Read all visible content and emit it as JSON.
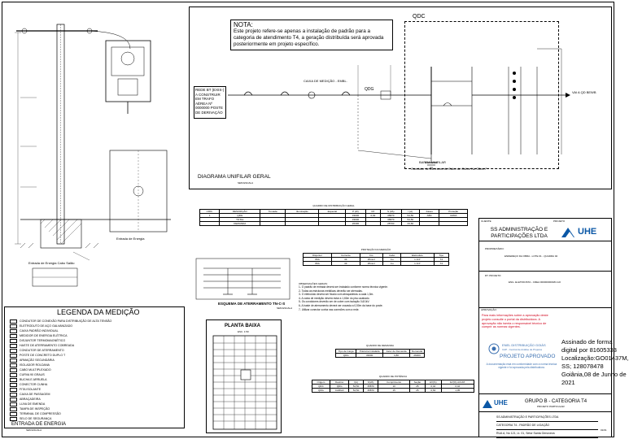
{
  "note": {
    "title": "NOTA:",
    "text": "Este projeto refere-se apenas a instalação de padrão para a categoria de atendimento T4, a geração distribuída será aprovada posteriormente em projeto específico."
  },
  "diagram": {
    "title": "DIAGRAMA UNIFILAR GERAL",
    "subtitle": "SEM ESCALA",
    "qdc": "QDC",
    "rede_label": "REDE BT (EXIS-) A CONSTRUIR EM TRAFO AÉREA Nº 0000000 POSTE DE DERIVAÇÃO",
    "cabo_label": "CAIXA DE MEDIÇÃO - EMBL.",
    "qdg_label": "QDG",
    "vai_label": "VAI A QD BEWB",
    "aterramento_label": "Condutor de Aterramento Cabo de Cobre Nu 35mm²",
    "barra_label": "BARRA UNIFILAR",
    "quadro_label": "Quadro de distribuição do Quadro"
  },
  "elevation": {
    "title": "ENTRADA DE ENERGIA",
    "subtitle": "SEM ESCALA",
    "label_hatch": "Entrada de Energia",
    "label_box": "Entrada de Energia Cabo Salão"
  },
  "legend": {
    "title": "LEGENDA DA MEDIÇÃO",
    "items": [
      "CONDUTOR DE CONEXÃO PARA DISTRIBUIÇÃO DE ALTA TENSÃO",
      "ELETRODUTO DE AÇO GALVANIZADO",
      "CAIXA PADRÃO INDIVIDUAL",
      "MEDIDOR DE ENERGIA ELÉTRICA",
      "DISJUNTOR TERMOMAGNÉTICO",
      "HASTE DE ATERRAMENTO COBREADA",
      "CONDUTOR DE ATERRAMENTO",
      "POSTE DE CONCRETO DUPLO T",
      "ARMAÇÃO SECUNDÁRIA",
      "ISOLADOR ROLDANA",
      "CABO MULTIPLEXADO",
      "CURVA 90 GRAUS",
      "BUCHA E ARRUELA",
      "CONECTOR CUNHA",
      "FITA ISOLANTE",
      "CAIXA DE PASSAGEM",
      "ABRAÇADEIRA",
      "LUVA DE EMENDA",
      "TAMPA DE INSPEÇÃO",
      "TERMINAL DE COMPRESSÃO",
      "SELO DE SEGURANÇA"
    ]
  },
  "quadro": {
    "title": "QUADRO DE DISTRIBUIÇÃO GERAL",
    "header": [
      "CIRC.",
      "DESCRIÇÃO",
      "Tomada",
      "Iluminação",
      "Especial",
      "P (W)",
      "FP",
      "S (VA)",
      "I (A)",
      "Fases",
      "Proteção"
    ],
    "rows": [
      [
        "1",
        "QDG",
        "",
        "",
        "",
        "33000",
        "0,92",
        "35870",
        "54,50",
        "ABC",
        "3x80A"
      ],
      [
        "",
        "TOTAL",
        "",
        "",
        "",
        "33000",
        "",
        "35870",
        "54,50",
        "",
        ""
      ],
      [
        "",
        "DEMANDA",
        "",
        "",
        "",
        "26400",
        "",
        "28700",
        "43,60",
        "",
        ""
      ]
    ]
  },
  "protecao": {
    "title": "PROTEÇÃO DA MEDIÇÃO",
    "header": [
      "Disjuntor",
      "Corrente",
      "Fio",
      "Cabo",
      "Eletroduto",
      "Tipo"
    ],
    "rows": [
      [
        "80A",
        "3F",
        "25mm²",
        "Cu",
        "1 1/4\"",
        "T4"
      ],
      [
        "80A",
        "3F",
        "25mm²",
        "Cu",
        "1 1/4\"",
        "T4"
      ]
    ]
  },
  "aterramento": {
    "title": "ESQUEMA DE ATERRAMENTO TN-C-S",
    "subtitle": "SEM ESCALA"
  },
  "planta": {
    "title": "PLANTA BAIXA",
    "subtitle": "ESC. 1:50"
  },
  "notes_block": {
    "title": "OBSERVAÇÕES GERAIS:",
    "lines": [
      "1- O padrão de entrada deverá ser instalado conforme norma técnica vigente.",
      "2- Todas as estruturas metálicas deverão ser aterradas.",
      "3- O eletroduto deverá ser fixado com abraçadeiras a cada 1,5m.",
      "4- A caixa de medição deverá estar a 1,60m do piso acabado.",
      "5- Os condutores deverão ser de cobre com isolação 0,6/1kV.",
      "6- A haste de aterramento deverá ser cravada a 0,50m da base do poste.",
      "7- Utilizar conector cunha nas conexões com a rede."
    ]
  },
  "small_table1": {
    "title": "QUADRO DE DEMANDA",
    "header": [
      "Tipo de Carga",
      "Potência Instalada",
      "Fator de Demanda",
      "Demanda"
    ],
    "rows": [
      [
        "QDG",
        "33000",
        "0,80",
        "26400"
      ]
    ]
  },
  "small_table2": {
    "title": "QUADRO DE POTÊNCIA",
    "header": [
      "Origem",
      "Destino",
      "I(A)",
      "S(VA)",
      "Comprimento",
      "Seção",
      "ΔV(%)",
      "ΔV(%) ACUM."
    ],
    "rows": [
      [
        "QDC",
        "QDG",
        "54,50",
        "35870",
        "10",
        "25",
        "0,42",
        "0,42"
      ],
      [
        "QDG",
        "CARGA",
        "54,50",
        "35870",
        "15",
        "25",
        "0,63",
        "1,05"
      ]
    ]
  },
  "titleblock": {
    "cliente_label": "CLIENTE",
    "projeto_label": "PROJETO",
    "company": "SS ADMINISTRAÇÃO E PARTICIPAÇÕES LTDA",
    "brand": "UHE",
    "proprietario": "PROPRIETÁRIO:",
    "endereco": "ENDEREÇO DA OBRA - LOTE 01 - QUADRA 02",
    "resp_label": "RT. PROJETO:",
    "engineer": "ENG. ELETRICISTA - CREA 0000000000/D-GO",
    "aprovacao_label": "APROVAÇÃO:",
    "aprovacao_text": "Para mais informações sobre a aprovação deste projeto consulte o portal da distribuidora. A aprovação não isenta o responsável técnico de cumprir as normas vigentes.",
    "stamp_company": "ENEL DISTRIBUIÇÃO GOIÁS",
    "stamp_sub": "CAP - Central de Análise de Projetos",
    "stamp_title": "PROJETO APROVADO",
    "stamp_text": "A documentação está em conformidade com a norma técnica vigente e foi aprovada pela distribuidora.",
    "signature_lines": [
      "Assinado de forma",
      "digital por 81605333",
      "Localização:GO01437M,",
      "SS; 128078478",
      "Goiânia,08 de Junho de",
      "2021"
    ],
    "drawing_title": "GRUPO B - CATEGORIA T4",
    "drawing_sub": "PROJETO PARTICULAR",
    "footer_brand": "UHE",
    "footer_lines": [
      "SS ADMINISTRAÇÃO E PARTICIPAÇÕES LTDA",
      "CATEGORIA T4 - PADRÃO DE LIGAÇÃO",
      "RUA A, No 121, Lt. 01, Setor Santa Genoveva"
    ],
    "sheet": "01/01",
    "colors": {
      "brand_blue": "#0a57a6",
      "stamp_blue": "#3a6fb0",
      "approval_red": "#d0021b"
    }
  }
}
